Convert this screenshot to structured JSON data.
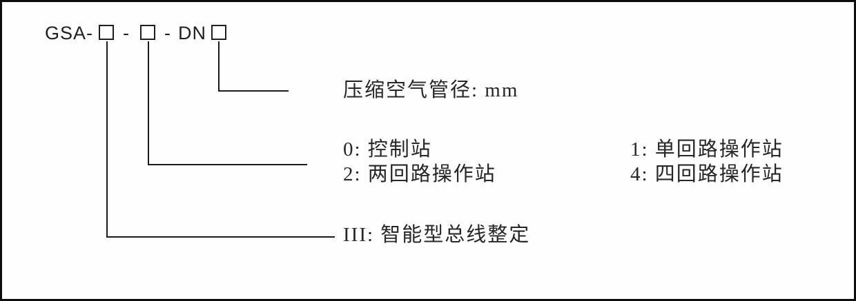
{
  "diagram": {
    "title_implicit": "GSA model designation diagram",
    "code": {
      "prefix": "GSA-",
      "dash1": "-",
      "dash2": "-",
      "dn": "DN"
    },
    "callouts": {
      "pipe": "压缩空气管径: mm",
      "station_col1": [
        "0: 控制站",
        "2: 两回路操作站"
      ],
      "station_col2": [
        "1: 单回路操作站",
        "4: 四回路操作站"
      ],
      "bus": "III: 智能型总线整定"
    },
    "colors": {
      "line": "#1a1a1a",
      "text": "#262626",
      "frame": "#0d0d0d",
      "background": "#fefefe"
    }
  }
}
